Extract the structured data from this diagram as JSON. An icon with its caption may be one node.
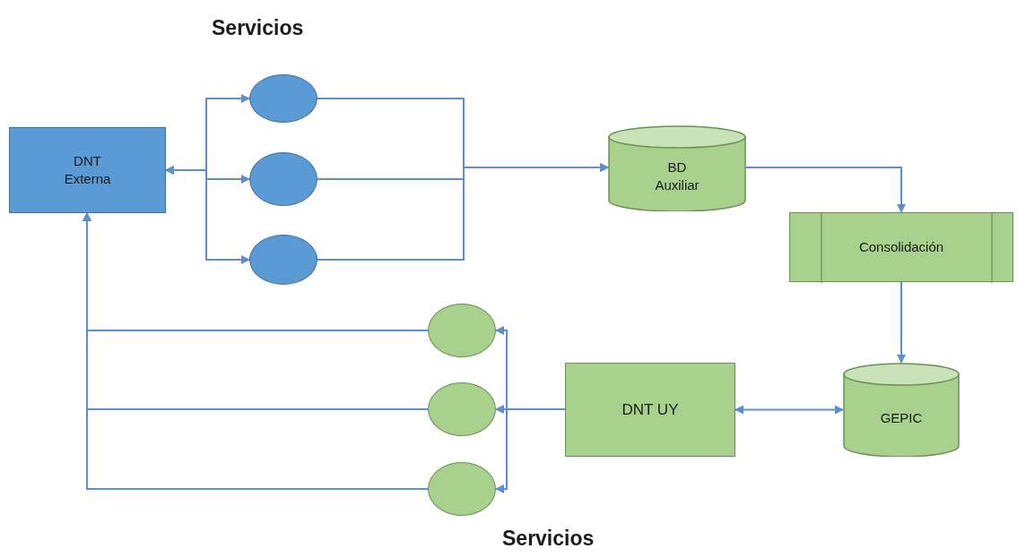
{
  "diagram": {
    "nodes": [
      {
        "text": [
          "DNT Externa"
        ]
      },
      {
        "text": [],
        "shape": "circle"
      },
      {
        "text": [],
        "shape": "circle"
      },
      {
        "text": [],
        "shape": "circle"
      },
      {
        "text": [
          "BD Auxiliar"
        ]
      },
      {
        "text": [
          "Consolidación"
        ]
      },
      {
        "text": [
          "GEPIC"
        ]
      },
      {
        "text": [
          "DNT UY"
        ]
      },
      {
        "text": [],
        "shape": "circle"
      },
      {
        "text": [],
        "shape": "circle"
      },
      {
        "text": [],
        "shape": "circle"
      }
    ],
    "edges": [
      {
        "from": 0,
        "to": 1,
        "arrow": "both"
      },
      {
        "from": 0,
        "to": 2,
        "arrow": "both"
      },
      {
        "from": 0,
        "to": 3,
        "arrow": "both"
      },
      {
        "from": 1,
        "to": 4,
        "arrow": "to"
      },
      {
        "from": 2,
        "to": 4,
        "arrow": "to"
      },
      {
        "from": 3,
        "to": 4,
        "arrow": "to"
      },
      {
        "from": 4,
        "to": 5,
        "arrow": "to"
      },
      {
        "from": 5,
        "to": 6,
        "arrow": "to"
      },
      {
        "from": 7,
        "to": 6,
        "arrow": "both"
      },
      {
        "from": 7,
        "to": 8,
        "arrow": "to"
      },
      {
        "from": 7,
        "to": 9,
        "arrow": "to"
      },
      {
        "from": 7,
        "to": 10,
        "arrow": "to"
      },
      {
        "from": 8,
        "to": 0,
        "arrow": "to"
      },
      {
        "from": 9,
        "to": 0,
        "arrow": "to"
      },
      {
        "from": 10,
        "to": 0,
        "arrow": "to"
      }
    ],
    "labels": [
      "Servicios",
      "Servicios"
    ]
  }
}
